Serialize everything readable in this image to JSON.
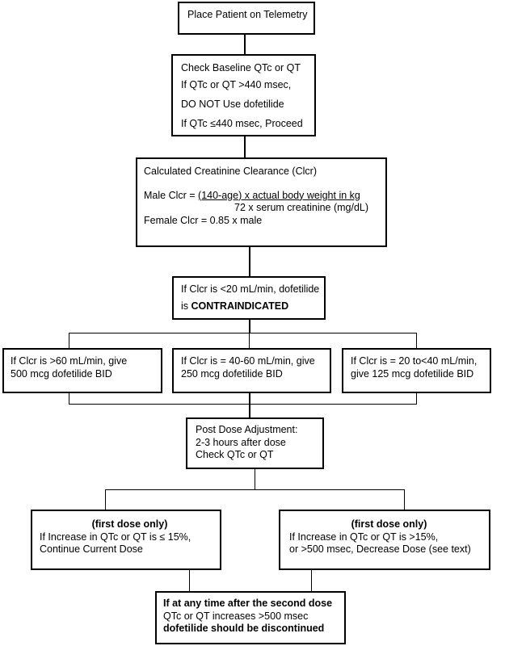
{
  "box1": {
    "text": "Place Patient on Telemetry"
  },
  "box2": {
    "line1": "Check Baseline QTc or QT",
    "line2": "If QTc or QT >440 msec,",
    "line3": "DO NOT Use dofetilide",
    "line4": "If QTc ≤440 msec, Proceed"
  },
  "box3": {
    "title": "Calculated Creatinine Clearance (Clcr)",
    "male_prefix": "Male Clcr = ",
    "male_numerator": "(140-age) x actual body weight in kg",
    "male_denominator": "72 x serum creatinine (mg/dL)",
    "female": "Female Clcr = 0.85 x male"
  },
  "box4": {
    "line1": "If Clcr is <20 mL/min, dofetilide",
    "line2_prefix": "is ",
    "line2_bold": "CONTRAINDICATED"
  },
  "dose_high": {
    "line1": "If Clcr is >60 mL/min, give",
    "line2": "500 mcg dofetilide BID"
  },
  "dose_mid": {
    "line1": "If Clcr is = 40-60 mL/min, give",
    "line2": "250 mcg dofetilide BID"
  },
  "dose_low": {
    "line1": "If Clcr is = 20 to<40 mL/min,",
    "line2": "give 125 mcg dofetilide BID"
  },
  "post_dose": {
    "line1": "Post Dose Adjustment:",
    "line2": "2-3 hours after dose",
    "line3": "Check QTc or QT"
  },
  "continue_box": {
    "header": "(first dose only)",
    "line1": "If Increase in QTc or QT is ≤ 15%,",
    "line2": "Continue Current Dose"
  },
  "decrease_box": {
    "header": "(first dose only)",
    "line1": "If Increase in QTc or QT is >15%,",
    "line2": "or >500 msec, Decrease Dose (see text)"
  },
  "final_box": {
    "line1": "If at any time after the second dose",
    "line2": "QTc or QT increases >500 msec",
    "line3": "dofetilide should be discontinued"
  }
}
